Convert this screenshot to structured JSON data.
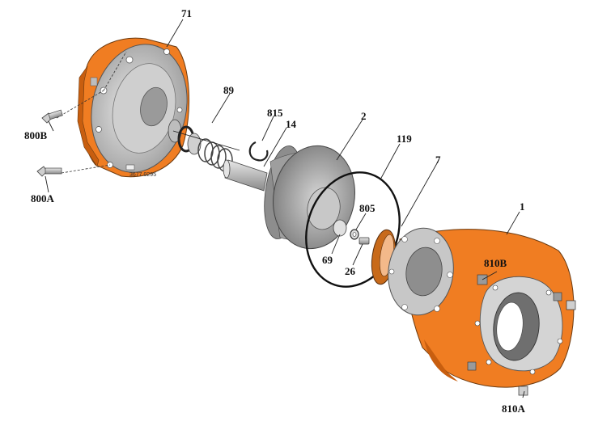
{
  "labels": {
    "p71": "71",
    "p89": "89",
    "p815": "815",
    "p14": "14",
    "p2": "2",
    "p119": "119",
    "p7": "7",
    "p1": "1",
    "p800B": "800B",
    "p800A": "800A",
    "p805": "805",
    "p69": "69",
    "p26": "26",
    "p810B": "810B",
    "p810A": "810A"
  },
  "drawing_code": "3677 0295",
  "colors": {
    "orange": "#f07d22",
    "orange_dark": "#c85e0f",
    "grey": "#b4b4b4",
    "grey_light": "#d8d8d8",
    "grey_dark": "#7a7a7a"
  }
}
